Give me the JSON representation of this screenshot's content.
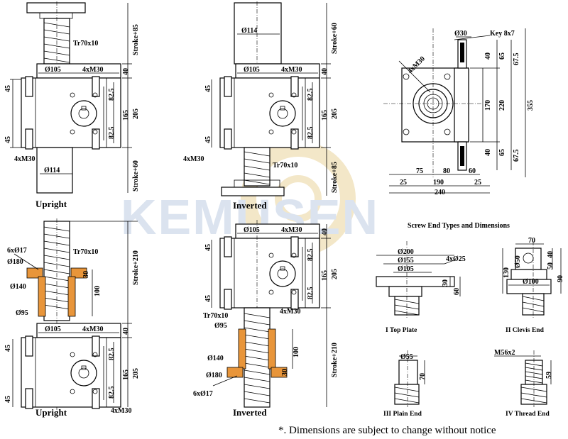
{
  "watermark": "KEMUSEN",
  "captions": {
    "upright_top": "Upright",
    "inverted_top": "Inverted",
    "upright_bottom": "Upright",
    "inverted_bottom": "Inverted",
    "screw_end_title": "Screw End Types and Dimensions",
    "top_plate": "I  Top Plate",
    "clevis_end": "II  Clevis End",
    "plain_end": "III  Plain End",
    "thread_end": "IV  Thread End"
  },
  "note": "*. Dimensions are subject to change without notice",
  "dims": {
    "tr": "Tr70x10",
    "stroke85": "Stroke+85",
    "stroke60": "Stroke+60",
    "stroke210": "Stroke+210",
    "d105": "Ø105",
    "m30": "4xM30",
    "d114": "Ø114",
    "v40": "40",
    "v45": "45",
    "v825": "82.5",
    "v165": "165",
    "v205": "205",
    "d30": "Ø30",
    "key": "Key 8x7",
    "v65": "65",
    "v675": "67.5",
    "v170": "170",
    "v220": "220",
    "v355": "355",
    "v75": "75",
    "v80": "80",
    "v60": "60",
    "v25": "25",
    "v190": "190",
    "v240": "240",
    "h6d17": "6xØ17",
    "d180": "Ø180",
    "d140": "Ø140",
    "d95": "Ø95",
    "v30": "30",
    "v100": "100",
    "d200": "Ø200",
    "d155": "Ø155",
    "h4d25": "4xØ25",
    "v70": "70",
    "d50": "Ø50",
    "v50": "50",
    "v130": "130",
    "v90": "90",
    "d100": "Ø100",
    "d55": "Ø55",
    "m56": "M56x2",
    "v59": "59"
  }
}
